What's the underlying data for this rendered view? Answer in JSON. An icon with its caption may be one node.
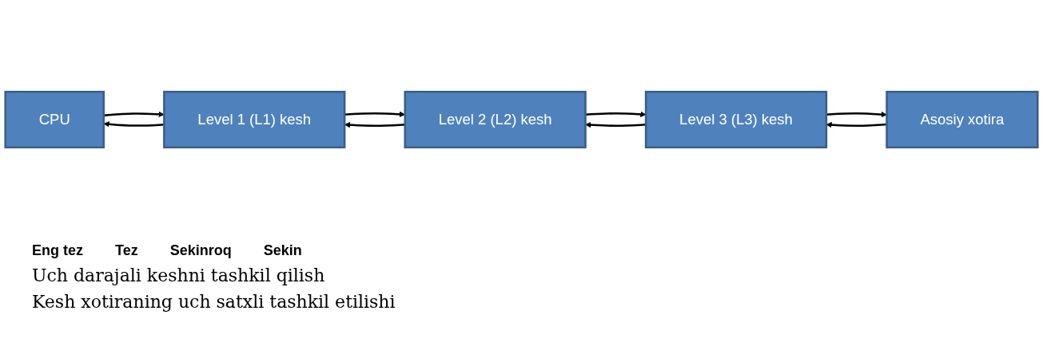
{
  "diagram": {
    "nodes": [
      {
        "text": [
          "CPU"
        ]
      },
      {
        "text": [
          "Level 1 (L1) kesh"
        ]
      },
      {
        "text": [
          "Level 2 (L2) kesh"
        ]
      },
      {
        "text": [
          "Level 3 (L3) kesh"
        ]
      },
      {
        "text": [
          "Asosiy xotira"
        ]
      }
    ],
    "edges": [
      {
        "from": 0,
        "to": 1,
        "arrow": "to"
      },
      {
        "from": 1,
        "to": 0,
        "arrow": "to"
      },
      {
        "from": 1,
        "to": 2,
        "arrow": "to"
      },
      {
        "from": 2,
        "to": 1,
        "arrow": "to"
      },
      {
        "from": 2,
        "to": 3,
        "arrow": "to"
      },
      {
        "from": 3,
        "to": 2,
        "arrow": "to"
      },
      {
        "from": 3,
        "to": 4,
        "arrow": "to"
      },
      {
        "from": 4,
        "to": 3,
        "arrow": "to"
      }
    ],
    "labels": [
      "Eng tez",
      "Tez",
      "Sekinroq",
      "Sekin",
      "Uch darajali keshni tashkil qilish",
      "Kesh xotiraning uch satxli tashkil etilishi"
    ]
  }
}
